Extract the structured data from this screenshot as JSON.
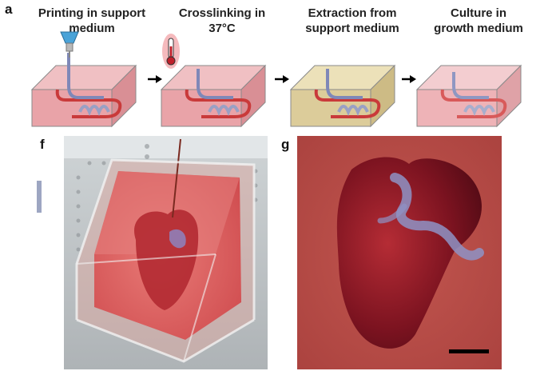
{
  "panel_a": {
    "letter": "a",
    "steps": [
      {
        "title": "Printing in support\nmedium"
      },
      {
        "title": "Crosslinking in\n37°C"
      },
      {
        "title": "Extraction from\nsupport medium"
      },
      {
        "title": "Culture in\ngrowth medium"
      }
    ]
  },
  "panel_f": {
    "letter": "f"
  },
  "panel_g": {
    "letter": "g"
  },
  "colors": {
    "box_pink": "#e9a3a8",
    "box_beige": "#dccc9a",
    "vessel_red": "#c93a3a",
    "vessel_blue": "#7f88b8",
    "heart_red": "#8e1d27",
    "gel_red": "#e06a6a"
  }
}
